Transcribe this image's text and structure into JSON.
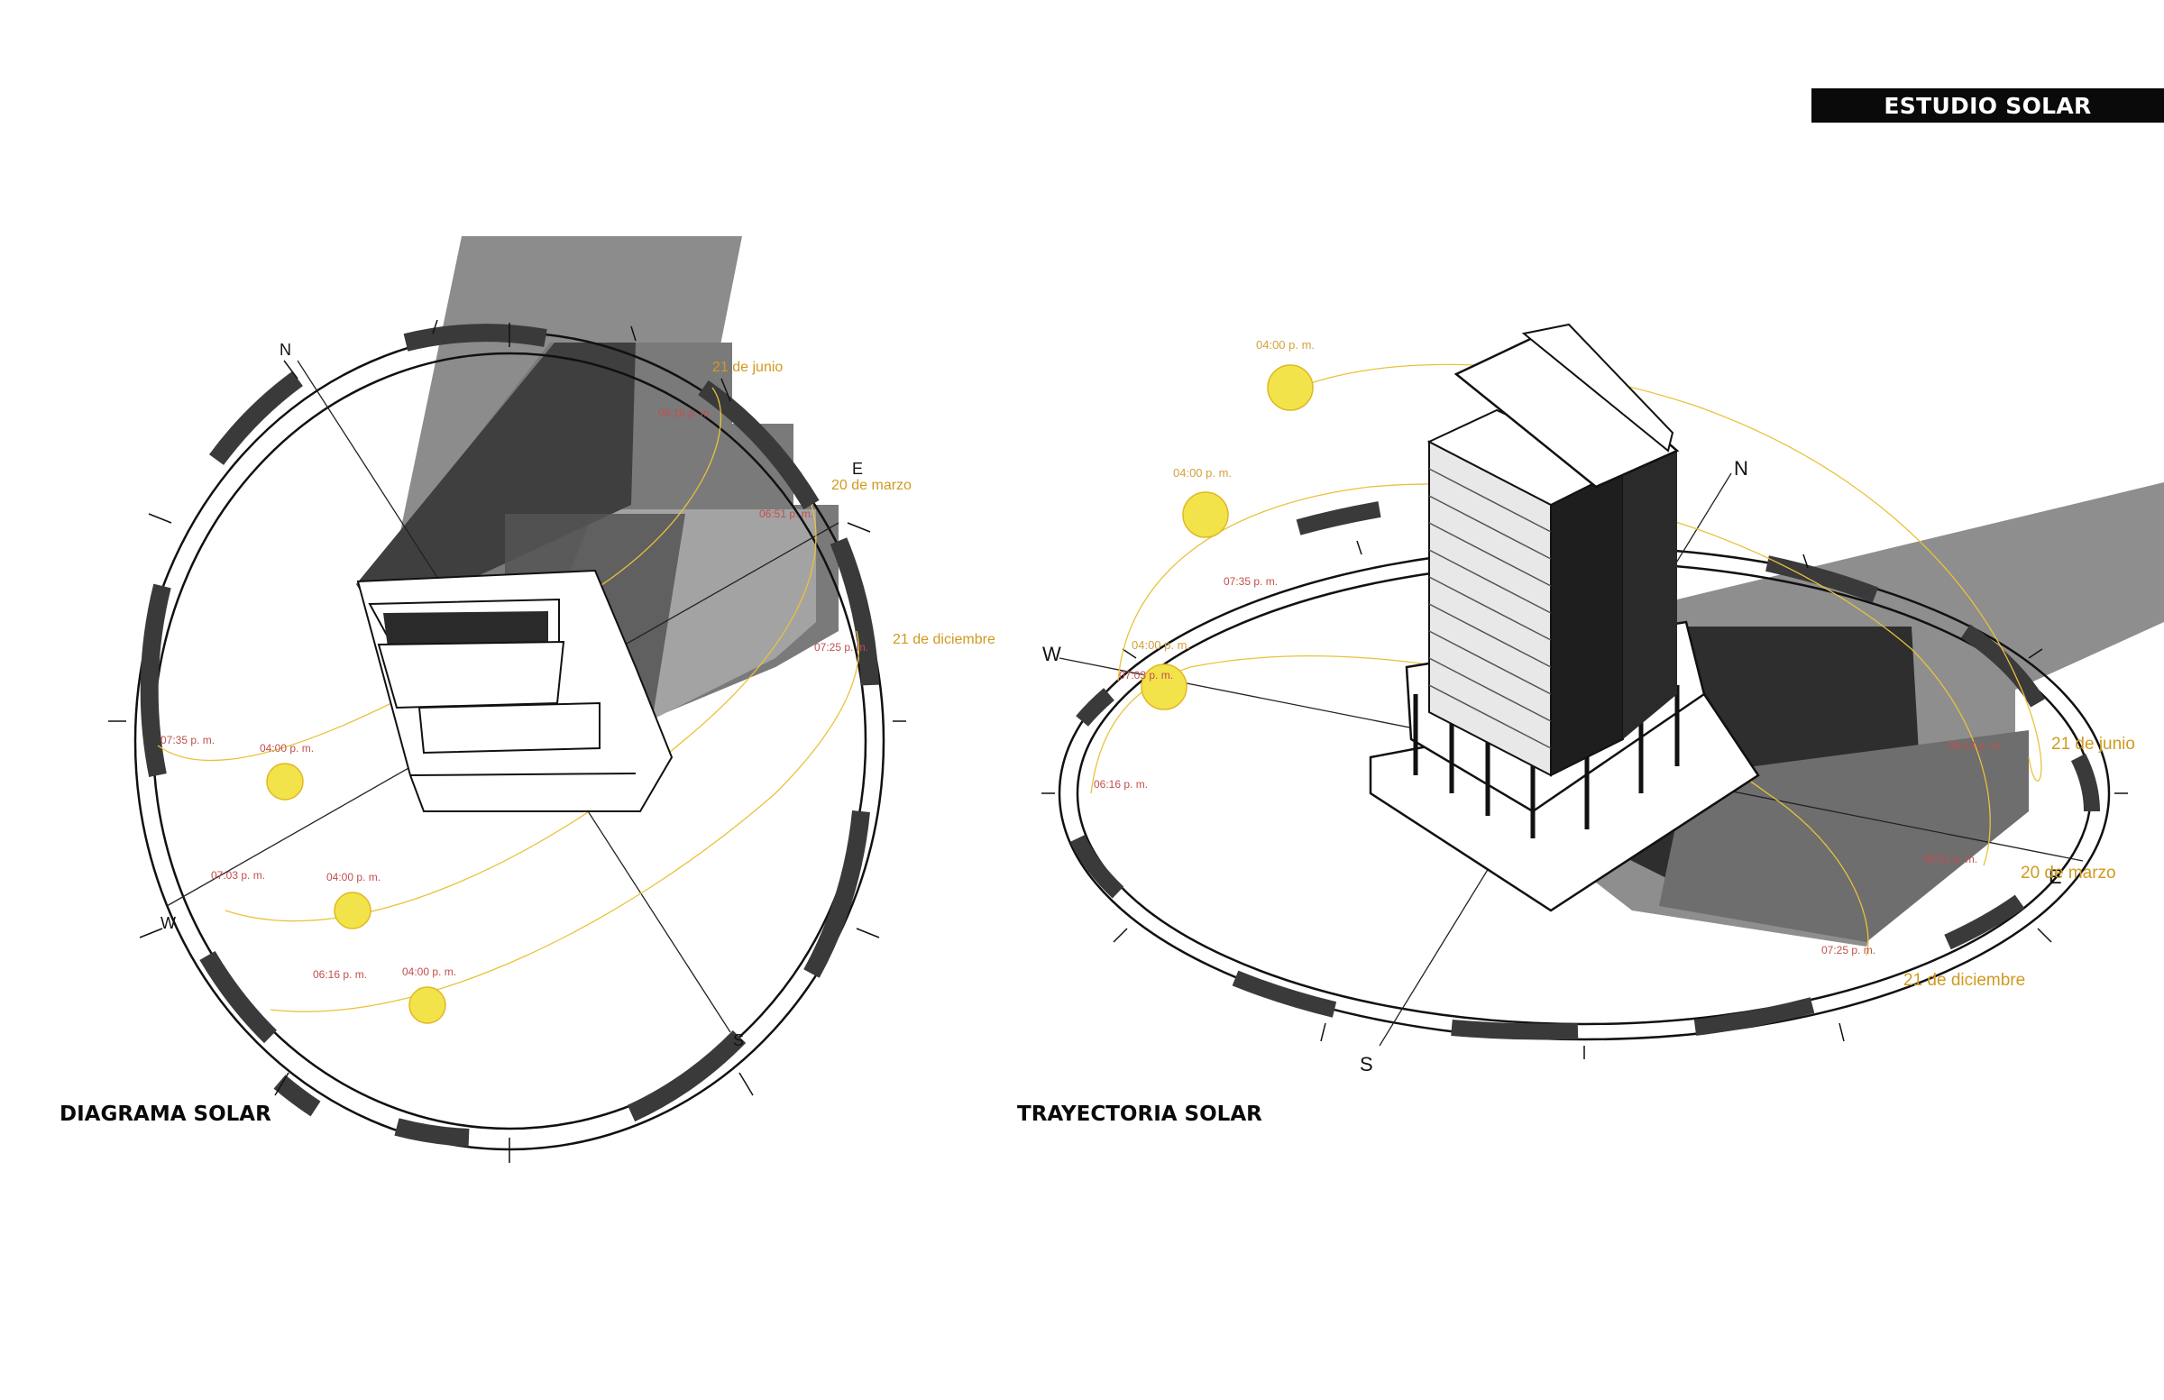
{
  "header": {
    "title": "ESTUDIO SOLAR"
  },
  "left": {
    "caption": "DIAGRAMA SOLAR",
    "cardinals": {
      "n": "N",
      "e": "E",
      "s": "S",
      "w": "W"
    },
    "dates": {
      "jun": "21 de junio",
      "mar": "20 de marzo",
      "dec": "21 de diciembre"
    },
    "times": {
      "t1": "06:16 p. m.",
      "t2": "07:35 p. m.",
      "t3": "04:00 p. m.",
      "t4": "07:03 p. m.",
      "t5": "04:00 p. m.",
      "t6": "06:16 p. m.",
      "t7": "04:00 p. m.",
      "t8": "07:25 p. m.",
      "t9": "06:51 p. m."
    }
  },
  "right": {
    "caption": "TRAYECTORIA SOLAR",
    "cardinals": {
      "n": "N",
      "e": "E",
      "s": "S",
      "w": "W"
    },
    "dates": {
      "jun": "21 de junio",
      "mar": "20 de marzo",
      "dec": "21 de diciembre"
    },
    "times": {
      "t1": "04:00 p. m.",
      "t2": "04:00 p. m.",
      "t3": "07:35 p. m.",
      "t4": "04:00 p. m.",
      "t5": "07:03 p. m.",
      "t6": "06:16 p. m.",
      "t7": "06:14 p. m.",
      "t8": "06:51 p. m.",
      "t9": "07:25 p. m."
    }
  },
  "colors": {
    "sun": "#f3e34a",
    "path": "#e9c23a",
    "shadow_dark": "#3a3a3a",
    "shadow_mid": "#8a8a8a"
  }
}
